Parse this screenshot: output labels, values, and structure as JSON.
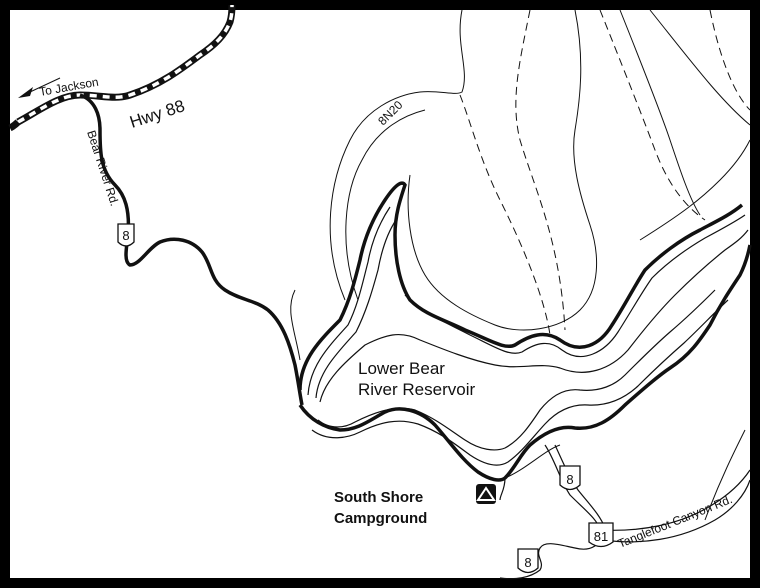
{
  "colors": {
    "background": "#ffffff",
    "ink": "#111111",
    "frame": "#000000"
  },
  "labels": {
    "to_jackson": "To Jackson",
    "hwy": "Hwy 88",
    "bear_river_rd": "Bear River Rd.",
    "forest_road": "8N20",
    "reservoir_line1": "Lower Bear",
    "reservoir_line2": "River Reservoir",
    "campground_line1": "South Shore",
    "campground_line2": "Campground",
    "tanglefoot": "Tanglefoot Canyon Rd."
  },
  "road_shields": [
    "8",
    "8",
    "81",
    "8"
  ],
  "icons": {
    "campground": "tent-icon",
    "direction": "arrow-left-icon"
  }
}
